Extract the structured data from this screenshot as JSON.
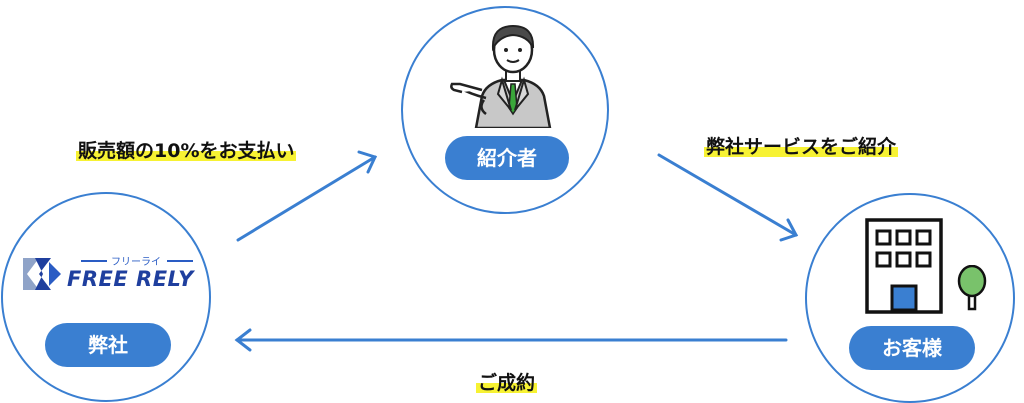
{
  "nodes": {
    "company": {
      "label": "弊社",
      "logo_sub": "フリーライ",
      "logo_main": "FREE RELY"
    },
    "introducer": {
      "label": "紹介者"
    },
    "customer": {
      "label": "お客様"
    }
  },
  "edges": {
    "company_to_introducer": "販売額の10%をお支払い",
    "introducer_to_customer": "弊社サービスをご紹介",
    "customer_to_company": "ご成約"
  },
  "colors": {
    "accent": "#3a7fd1",
    "highlight": "#f7f233",
    "logo": "#1f3f9e"
  },
  "icons": [
    "person-in-suit-icon",
    "building-icon",
    "tree-icon",
    "free-rely-logo-icon"
  ]
}
